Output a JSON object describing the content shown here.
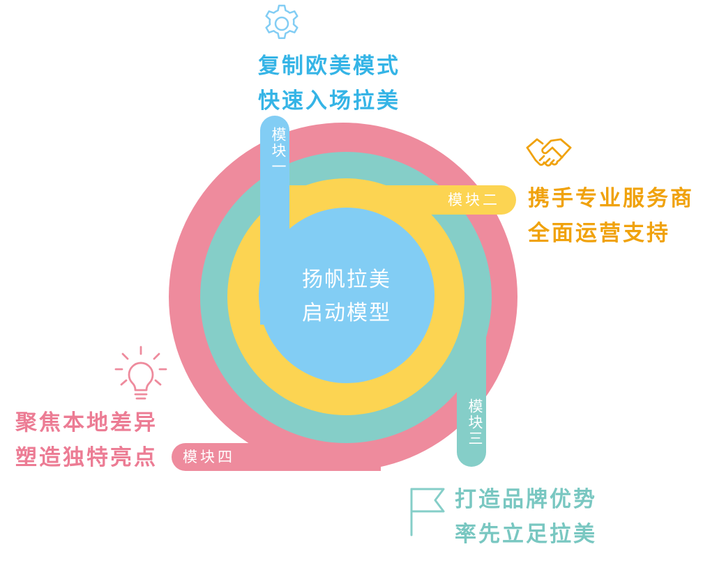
{
  "center": {
    "line1": "扬帆拉美",
    "line2": "启动模型"
  },
  "modules": [
    {
      "tag": "模块一",
      "line1": "复制欧美模式",
      "line2": "快速入场拉美",
      "color": "#82cdf4",
      "text_color": "#35b4e6",
      "icon": "gear-icon"
    },
    {
      "tag": "模块二",
      "line1": "携手专业服务商",
      "line2": "全面运营支持",
      "color": "#fcd452",
      "text_color": "#f0a20d",
      "icon": "handshake-icon"
    },
    {
      "tag": "模块三",
      "line1": "打造品牌优势",
      "line2": "率先立足拉美",
      "color": "#85cec8",
      "text_color": "#79c7c1",
      "icon": "flag-icon"
    },
    {
      "tag": "模块四",
      "line1": "聚焦本地差异",
      "line2": "塑造独特亮点",
      "color": "#ee8b9d",
      "text_color": "#ec7c94",
      "icon": "lightbulb-icon"
    }
  ]
}
